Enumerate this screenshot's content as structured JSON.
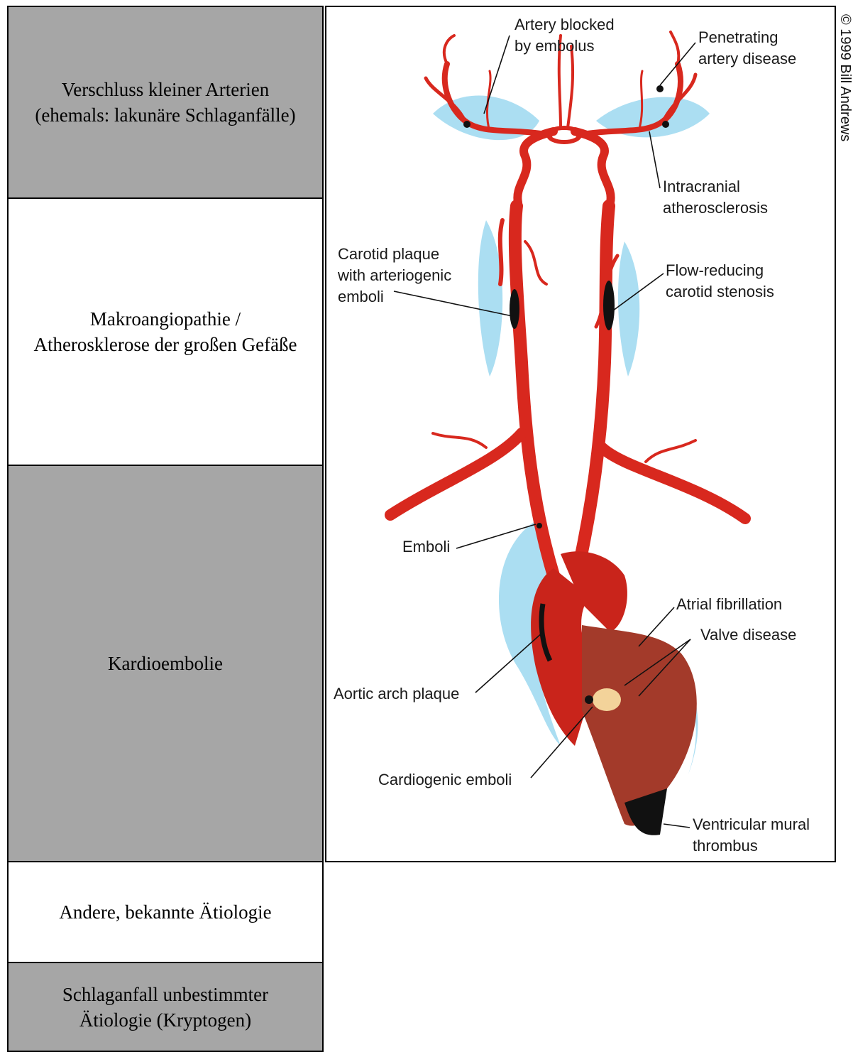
{
  "categories": [
    "Verschluss kleiner Arterien\n(ehemals: lakunäre Schlaganfälle)",
    "Makroangiopathie /\nAtherosklerose der großen Gefäße",
    "Kardioembolie",
    "Andere, bekannte Ätiologie",
    "Schlaganfall unbestimmter\nÄtiologie (Kryptogen)"
  ],
  "illustration": {
    "labels": {
      "artery_blocked": [
        "Artery blocked",
        "by embolus"
      ],
      "penetrating": [
        "Penetrating",
        "artery disease"
      ],
      "intracranial": [
        "Intracranial",
        "atherosclerosis"
      ],
      "carotid_plaque": [
        "Carotid plaque",
        "with arteriogenic",
        "emboli"
      ],
      "flow_reducing": [
        "Flow-reducing",
        "carotid stenosis"
      ],
      "emboli": [
        "Emboli"
      ],
      "atrial_fib": [
        "Atrial fibrillation"
      ],
      "valve_disease": [
        "Valve disease"
      ],
      "aortic_arch": [
        "Aortic arch plaque"
      ],
      "cardiogenic": [
        "Cardiogenic emboli"
      ],
      "ventricular": [
        "Ventricular mural",
        "thrombus"
      ]
    },
    "colors": {
      "artery": "#d8281e",
      "artery_dark": "#9e1610",
      "plaque": "#111111",
      "tissue": "#8fd3ee"
    }
  },
  "copyright": "© 1999 Bill Andrews"
}
